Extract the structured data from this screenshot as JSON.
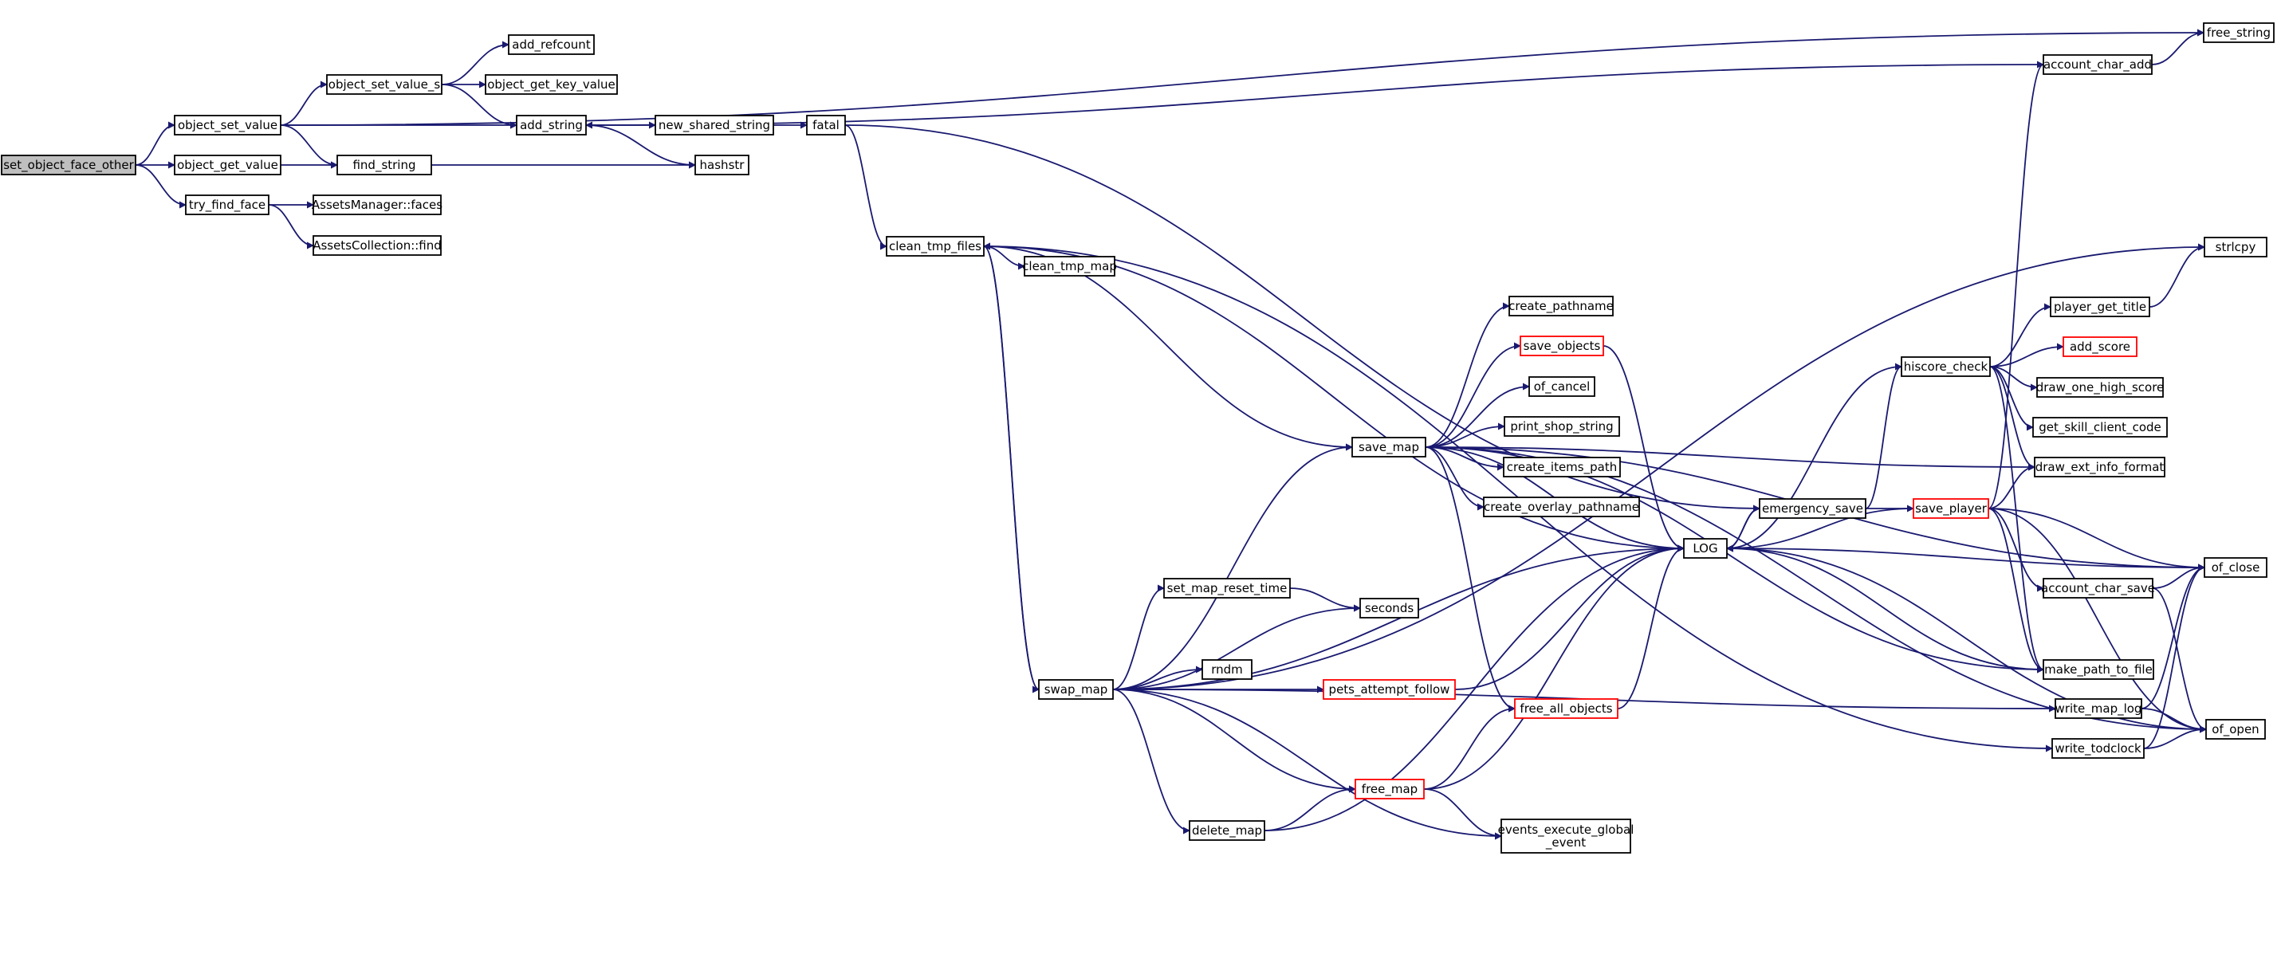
{
  "colors": {
    "edge": "#191970",
    "node_border": "#000000",
    "node_fill": "#ffffff",
    "root_fill": "#bfbfbf",
    "truncated_border": "#ff0000"
  },
  "nodes": [
    {
      "id": "set_object_face_other",
      "label": "set_object_face_other",
      "style": "root"
    },
    {
      "id": "object_set_value",
      "label": "object_set_value",
      "style": "normal"
    },
    {
      "id": "object_get_value",
      "label": "object_get_value",
      "style": "normal"
    },
    {
      "id": "try_find_face",
      "label": "try_find_face",
      "style": "normal"
    },
    {
      "id": "object_set_value_s",
      "label": "object_set_value_s",
      "style": "normal"
    },
    {
      "id": "add_refcount",
      "label": "add_refcount",
      "style": "normal"
    },
    {
      "id": "object_get_key_value",
      "label": "object_get_key_value",
      "style": "normal"
    },
    {
      "id": "add_string",
      "label": "add_string",
      "style": "normal"
    },
    {
      "id": "find_string",
      "label": "find_string",
      "style": "normal"
    },
    {
      "id": "hashstr",
      "label": "hashstr",
      "style": "normal"
    },
    {
      "id": "new_shared_string",
      "label": "new_shared_string",
      "style": "normal"
    },
    {
      "id": "fatal",
      "label": "fatal",
      "style": "normal"
    },
    {
      "id": "assets_faces",
      "label": "AssetsManager::faces",
      "style": "normal"
    },
    {
      "id": "assets_find",
      "label": "AssetsCollection::find",
      "style": "normal"
    },
    {
      "id": "free_string",
      "label": "free_string",
      "style": "normal"
    },
    {
      "id": "account_char_add",
      "label": "account_char_add",
      "style": "normal"
    },
    {
      "id": "clean_tmp_files",
      "label": "clean_tmp_files",
      "style": "normal"
    },
    {
      "id": "clean_tmp_map",
      "label": "clean_tmp_map",
      "style": "normal"
    },
    {
      "id": "swap_map",
      "label": "swap_map",
      "style": "normal"
    },
    {
      "id": "save_map",
      "label": "save_map",
      "style": "normal"
    },
    {
      "id": "create_pathname",
      "label": "create_pathname",
      "style": "normal"
    },
    {
      "id": "save_objects",
      "label": "save_objects",
      "style": "truncated"
    },
    {
      "id": "of_cancel",
      "label": "of_cancel",
      "style": "normal"
    },
    {
      "id": "print_shop_string",
      "label": "print_shop_string",
      "style": "normal"
    },
    {
      "id": "create_items_path",
      "label": "create_items_path",
      "style": "normal"
    },
    {
      "id": "create_overlay_pathname",
      "label": "create_overlay_pathname",
      "style": "normal"
    },
    {
      "id": "set_map_reset_time",
      "label": "set_map_reset_time",
      "style": "normal"
    },
    {
      "id": "seconds",
      "label": "seconds",
      "style": "normal"
    },
    {
      "id": "rndm",
      "label": "rndm",
      "style": "normal"
    },
    {
      "id": "pets_attempt_follow",
      "label": "pets_attempt_follow",
      "style": "truncated"
    },
    {
      "id": "free_all_objects",
      "label": "free_all_objects",
      "style": "truncated"
    },
    {
      "id": "free_map",
      "label": "free_map",
      "style": "truncated"
    },
    {
      "id": "delete_map",
      "label": "delete_map",
      "style": "normal"
    },
    {
      "id": "events_execute_global_event",
      "label": "events_execute_global\n_event",
      "style": "normal"
    },
    {
      "id": "LOG",
      "label": "LOG",
      "style": "normal"
    },
    {
      "id": "emergency_save",
      "label": "emergency_save",
      "style": "normal"
    },
    {
      "id": "hiscore_check",
      "label": "hiscore_check",
      "style": "normal"
    },
    {
      "id": "save_player",
      "label": "save_player",
      "style": "truncated"
    },
    {
      "id": "account_char_save",
      "label": "account_char_save",
      "style": "normal"
    },
    {
      "id": "make_path_to_file",
      "label": "make_path_to_file",
      "style": "normal"
    },
    {
      "id": "write_map_log",
      "label": "write_map_log",
      "style": "normal"
    },
    {
      "id": "write_todclock",
      "label": "write_todclock",
      "style": "normal"
    },
    {
      "id": "strlcpy",
      "label": "strlcpy",
      "style": "normal"
    },
    {
      "id": "player_get_title",
      "label": "player_get_title",
      "style": "normal"
    },
    {
      "id": "add_score",
      "label": "add_score",
      "style": "truncated"
    },
    {
      "id": "draw_one_high_score",
      "label": "draw_one_high_score",
      "style": "normal"
    },
    {
      "id": "get_skill_client_code",
      "label": "get_skill_client_code",
      "style": "normal"
    },
    {
      "id": "draw_ext_info_format",
      "label": "draw_ext_info_format",
      "style": "normal"
    },
    {
      "id": "of_close",
      "label": "of_close",
      "style": "normal"
    },
    {
      "id": "of_open",
      "label": "of_open",
      "style": "normal"
    }
  ],
  "edges": [
    [
      "set_object_face_other",
      "object_set_value"
    ],
    [
      "set_object_face_other",
      "object_get_value"
    ],
    [
      "set_object_face_other",
      "try_find_face"
    ],
    [
      "object_set_value",
      "object_set_value_s"
    ],
    [
      "object_set_value",
      "add_string"
    ],
    [
      "object_set_value",
      "find_string"
    ],
    [
      "object_set_value",
      "free_string"
    ],
    [
      "object_set_value_s",
      "add_refcount"
    ],
    [
      "object_set_value_s",
      "object_get_key_value"
    ],
    [
      "object_set_value_s",
      "add_string"
    ],
    [
      "object_get_value",
      "find_string"
    ],
    [
      "find_string",
      "hashstr"
    ],
    [
      "try_find_face",
      "assets_faces"
    ],
    [
      "try_find_face",
      "assets_find"
    ],
    [
      "add_string",
      "new_shared_string"
    ],
    [
      "add_string",
      "hashstr"
    ],
    [
      "new_shared_string",
      "fatal"
    ],
    [
      "fatal",
      "clean_tmp_files"
    ],
    [
      "fatal",
      "emergency_save"
    ],
    [
      "account_char_add",
      "free_string"
    ],
    [
      "account_char_add",
      "add_string"
    ],
    [
      "clean_tmp_files",
      "clean_tmp_map"
    ],
    [
      "clean_tmp_files",
      "save_map"
    ],
    [
      "clean_tmp_files",
      "swap_map"
    ],
    [
      "clean_tmp_files",
      "write_todclock"
    ],
    [
      "swap_map",
      "clean_tmp_files"
    ],
    [
      "swap_map",
      "save_map"
    ],
    [
      "swap_map",
      "set_map_reset_time"
    ],
    [
      "swap_map",
      "seconds"
    ],
    [
      "swap_map",
      "rndm"
    ],
    [
      "swap_map",
      "pets_attempt_follow"
    ],
    [
      "swap_map",
      "free_map"
    ],
    [
      "swap_map",
      "delete_map"
    ],
    [
      "swap_map",
      "events_execute_global_event"
    ],
    [
      "swap_map",
      "LOG"
    ],
    [
      "swap_map",
      "write_map_log"
    ],
    [
      "swap_map",
      "strlcpy"
    ],
    [
      "save_map",
      "create_pathname"
    ],
    [
      "save_map",
      "save_objects"
    ],
    [
      "save_map",
      "of_cancel"
    ],
    [
      "save_map",
      "print_shop_string"
    ],
    [
      "save_map",
      "create_items_path"
    ],
    [
      "save_map",
      "create_overlay_pathname"
    ],
    [
      "save_map",
      "LOG"
    ],
    [
      "save_map",
      "free_all_objects"
    ],
    [
      "save_map",
      "make_path_to_file"
    ],
    [
      "save_map",
      "of_open"
    ],
    [
      "save_map",
      "of_close"
    ],
    [
      "save_map",
      "draw_ext_info_format"
    ],
    [
      "save_objects",
      "LOG"
    ],
    [
      "set_map_reset_time",
      "seconds"
    ],
    [
      "pets_attempt_follow",
      "LOG"
    ],
    [
      "free_map",
      "free_all_objects"
    ],
    [
      "free_map",
      "events_execute_global_event"
    ],
    [
      "free_map",
      "LOG"
    ],
    [
      "free_all_objects",
      "LOG"
    ],
    [
      "delete_map",
      "free_map"
    ],
    [
      "delete_map",
      "LOG"
    ],
    [
      "LOG",
      "clean_tmp_files"
    ],
    [
      "LOG",
      "emergency_save"
    ],
    [
      "emergency_save",
      "hiscore_check"
    ],
    [
      "emergency_save",
      "save_player"
    ],
    [
      "emergency_save",
      "LOG"
    ],
    [
      "hiscore_check",
      "player_get_title"
    ],
    [
      "hiscore_check",
      "add_score"
    ],
    [
      "hiscore_check",
      "draw_one_high_score"
    ],
    [
      "hiscore_check",
      "get_skill_client_code"
    ],
    [
      "hiscore_check",
      "draw_ext_info_format"
    ],
    [
      "hiscore_check",
      "LOG"
    ],
    [
      "hiscore_check",
      "make_path_to_file"
    ],
    [
      "player_get_title",
      "strlcpy"
    ],
    [
      "save_player",
      "account_char_add"
    ],
    [
      "save_player",
      "draw_ext_info_format"
    ],
    [
      "save_player",
      "LOG"
    ],
    [
      "save_player",
      "of_close"
    ],
    [
      "save_player",
      "account_char_save"
    ],
    [
      "save_player",
      "make_path_to_file"
    ],
    [
      "save_player",
      "of_open"
    ],
    [
      "account_char_save",
      "of_close"
    ],
    [
      "account_char_save",
      "of_open"
    ],
    [
      "of_close",
      "LOG"
    ],
    [
      "make_path_to_file",
      "LOG"
    ],
    [
      "write_map_log",
      "of_close"
    ],
    [
      "write_map_log",
      "of_open"
    ],
    [
      "write_todclock",
      "of_close"
    ],
    [
      "write_todclock",
      "of_open"
    ],
    [
      "of_open",
      "LOG"
    ]
  ]
}
